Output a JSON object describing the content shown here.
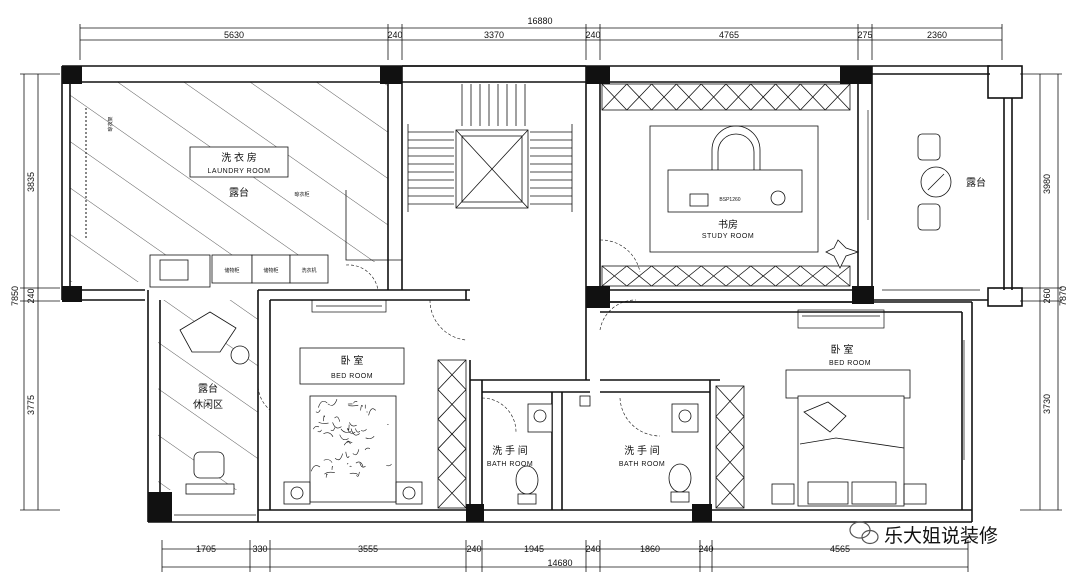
{
  "dimensions": {
    "top_total": "16880",
    "top": [
      "5630",
      "240",
      "3370",
      "240",
      "4765",
      "275",
      "2360"
    ],
    "bottom_total": "14680",
    "bottom": [
      "1705",
      "330",
      "3555",
      "240",
      "1945",
      "240",
      "1860",
      "240",
      "4565"
    ],
    "left": [
      "3835",
      "240",
      "3775"
    ],
    "left_total": "7850",
    "right": [
      "3980",
      "260",
      "3730"
    ],
    "right_total": "7870"
  },
  "rooms": {
    "laundry": {
      "zh": "洗 衣 房",
      "en": "LAUNDRY ROOM",
      "sub": "露台"
    },
    "study": {
      "zh": "书房",
      "en": "STUDY ROOM"
    },
    "terrace_right": {
      "zh": "露台"
    },
    "leisure": {
      "zh": "露台",
      "sub": "休闲区"
    },
    "bedroom_left": {
      "zh": "卧 室",
      "en": "BED ROOM"
    },
    "bedroom_right": {
      "zh": "卧 室",
      "en": "BED ROOM"
    },
    "bath_left": {
      "zh": "洗 手 间",
      "en": "BATH ROOM"
    },
    "bath_right": {
      "zh": "洗 手 间",
      "en": "BATH ROOM"
    }
  },
  "small_labels": {
    "cabinets": [
      "储物柜",
      "储物柜",
      "洗衣机"
    ],
    "desk_tag": "BSP1260",
    "laundry_note": "晾衣架",
    "laundry_side": "晾衣柜"
  },
  "watermark": {
    "text": "乐大姐说装修",
    "icon": "wechat-icon"
  },
  "colors": {
    "line": "#111111",
    "wall_fill": "#ffffff",
    "column": "#111111"
  }
}
